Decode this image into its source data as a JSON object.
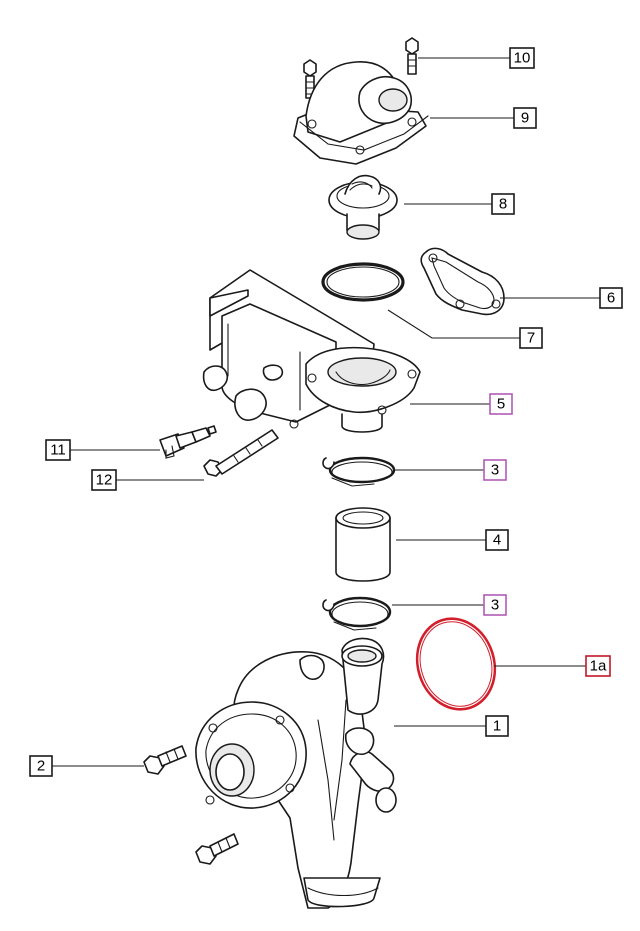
{
  "colors": {
    "line": "#1a1a1a",
    "callout_default": "#1a1a1a",
    "callout_highlight": "#c0182a",
    "callout_related": "#b05bb5",
    "oring_highlight": "#d21f2c"
  },
  "callouts": {
    "c10": "10",
    "c9": "9",
    "c8": "8",
    "c6": "6",
    "c7": "7",
    "c5": "5",
    "c3_upper": "3",
    "c11": "11",
    "c12": "12",
    "c4": "4",
    "c3_lower": "3",
    "c1a": "1a",
    "c1": "1",
    "c2": "2"
  }
}
